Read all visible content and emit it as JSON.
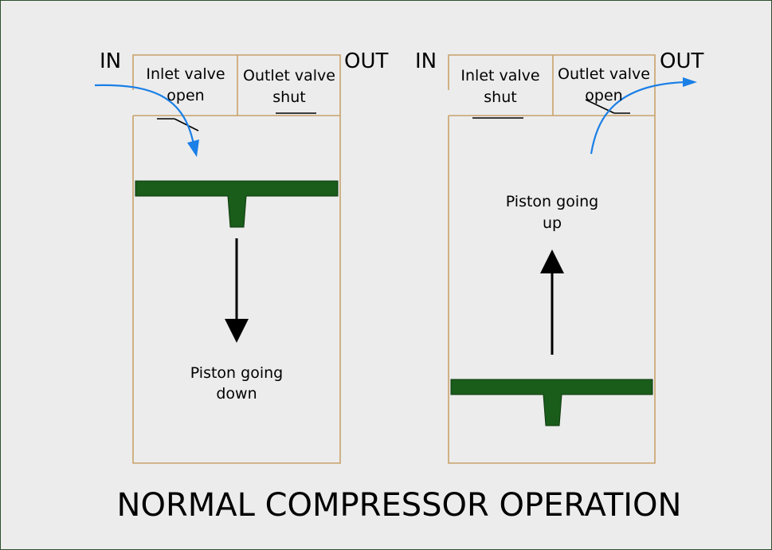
{
  "title": "NORMAL COMPRESSOR OPERATION",
  "colors": {
    "background": "#ececec",
    "cylinder_outline": "#c8a26b",
    "piston_fill": "#1a5c1a",
    "flow_arrow": "#1a7fe6",
    "border": "#2f4f2f"
  },
  "left_panel": {
    "in_label": "IN",
    "out_label": "OUT",
    "inlet_valve": [
      "Inlet valve",
      "open"
    ],
    "outlet_valve": [
      "Outlet valve",
      "shut"
    ],
    "piston_caption": [
      "Piston going",
      "down"
    ],
    "piston_direction": "down"
  },
  "right_panel": {
    "in_label": "IN",
    "out_label": "OUT",
    "inlet_valve": [
      "Inlet valve",
      "shut"
    ],
    "outlet_valve": [
      "Outlet valve",
      "open"
    ],
    "piston_caption": [
      "Piston going",
      "up"
    ],
    "piston_direction": "up"
  }
}
